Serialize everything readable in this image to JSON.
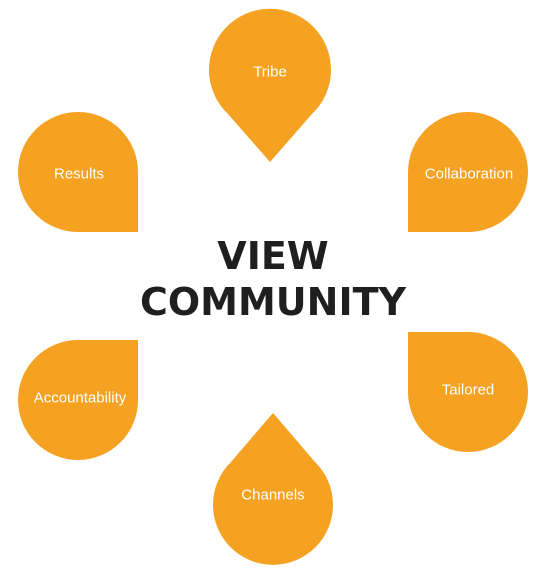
{
  "diagram": {
    "title_line1": "VIEW",
    "title_line2": "COMMUNITY",
    "petal_color": "#F5A121",
    "title_color": "#1f1f1f",
    "petals": [
      {
        "id": "tribe",
        "label": "Tribe"
      },
      {
        "id": "collaboration",
        "label": "Collaboration"
      },
      {
        "id": "tailored",
        "label": "Tailored"
      },
      {
        "id": "channels",
        "label": "Channels"
      },
      {
        "id": "accountability",
        "label": "Accountability"
      },
      {
        "id": "results",
        "label": "Results"
      }
    ]
  }
}
